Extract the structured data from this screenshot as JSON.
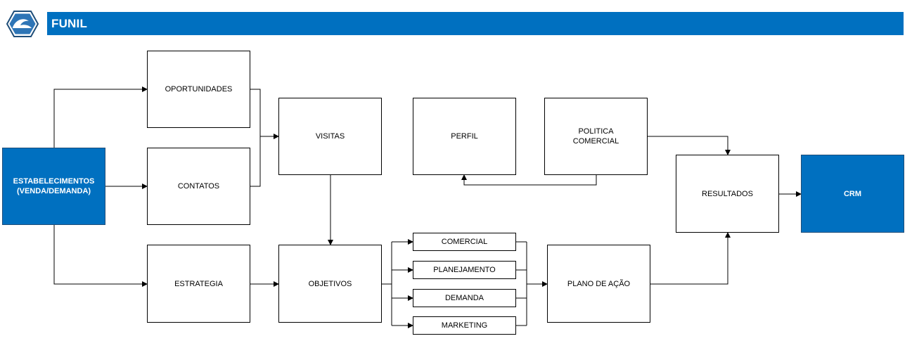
{
  "header": {
    "title": "FUNIL",
    "logo_icon": "hexagon-logo-icon",
    "bar_color": "#0070c0"
  },
  "nodes": {
    "estabelecimentos": "ESTABELECIMENTOS\n(VENDA/DEMANDA)",
    "oportunidades": "OPORTUNIDADES",
    "contatos": "CONTATOS",
    "estrategia": "ESTRATEGIA",
    "visitas": "VISITAS",
    "objetivos": "OBJETIVOS",
    "perfil": "PERFIL",
    "politica": "POLITICA\nCOMERCIAL",
    "comercial": "COMERCIAL",
    "planejamento": "PLANEJAMENTO",
    "demanda": "DEMANDA",
    "marketing": "MARKETING",
    "plano": "PLANO DE AÇÃO",
    "resultados": "RESULTADOS",
    "crm": "CRM"
  },
  "colors": {
    "accent": "#0070c0",
    "line": "#000000"
  }
}
